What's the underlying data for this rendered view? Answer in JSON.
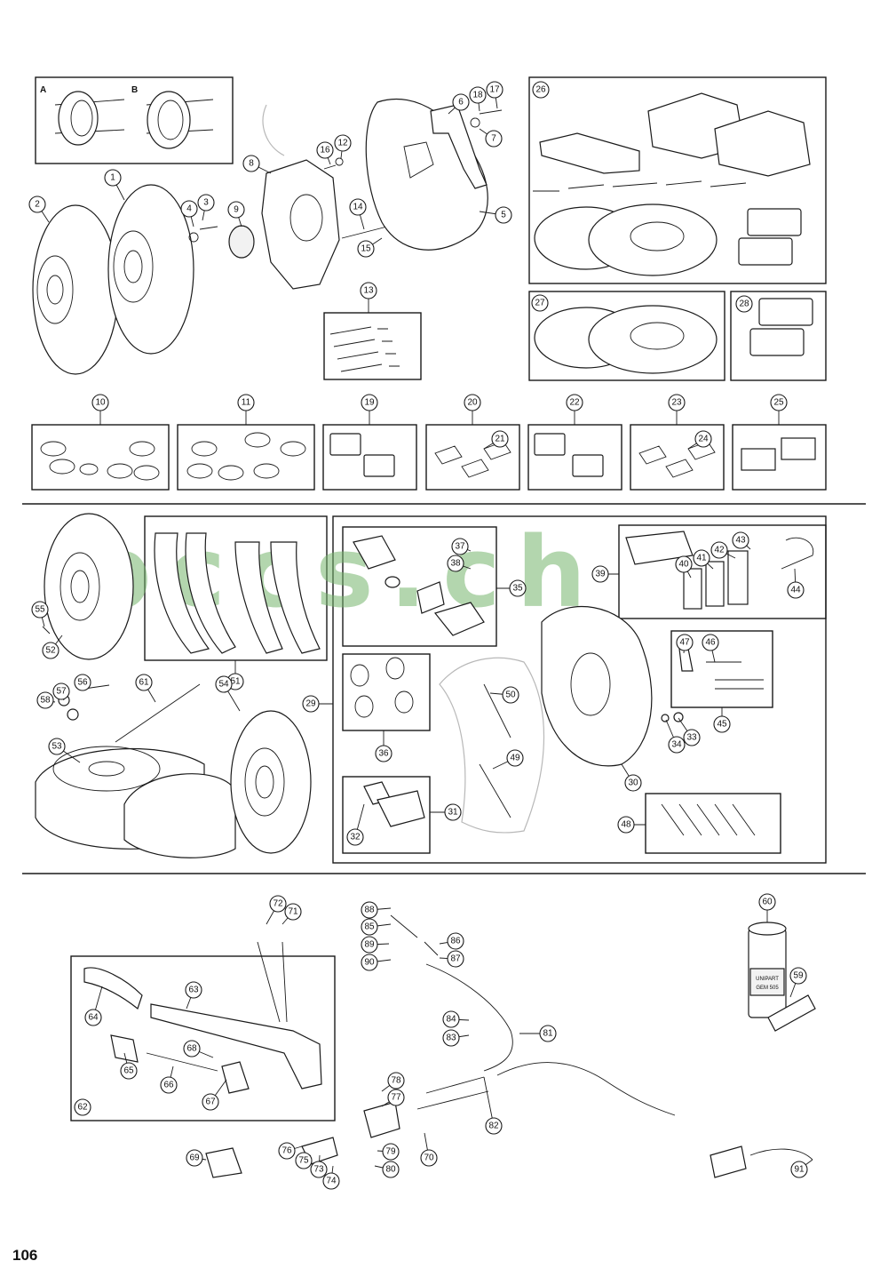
{
  "page_number": "106",
  "watermark": "bccs.ch",
  "inset_labels": [
    "A",
    "B"
  ],
  "can_label": {
    "brand": "UNIPART",
    "code": "GEM 505"
  },
  "callouts": [
    "1",
    "2",
    "3",
    "4",
    "5",
    "6",
    "7",
    "8",
    "9",
    "10",
    "11",
    "12",
    "13",
    "14",
    "15",
    "16",
    "17",
    "18",
    "19",
    "20",
    "21",
    "22",
    "23",
    "24",
    "25",
    "26",
    "27",
    "28",
    "29",
    "30",
    "31",
    "32",
    "33",
    "34",
    "35",
    "36",
    "37",
    "38",
    "39",
    "40",
    "41",
    "42",
    "43",
    "44",
    "45",
    "46",
    "47",
    "48",
    "49",
    "50",
    "51",
    "52",
    "53",
    "54",
    "55",
    "56",
    "57",
    "58",
    "59",
    "60",
    "61",
    "62",
    "63",
    "64",
    "65",
    "66",
    "67",
    "68",
    "69",
    "70",
    "71",
    "72",
    "73",
    "74",
    "75",
    "76",
    "77",
    "78",
    "79",
    "80",
    "81",
    "82",
    "83",
    "84",
    "85",
    "86",
    "87",
    "88",
    "89",
    "90",
    "91"
  ],
  "colors": {
    "line": "#1a1a1a",
    "watermark": "#74b56b",
    "ghost": "#b8b8b8"
  }
}
